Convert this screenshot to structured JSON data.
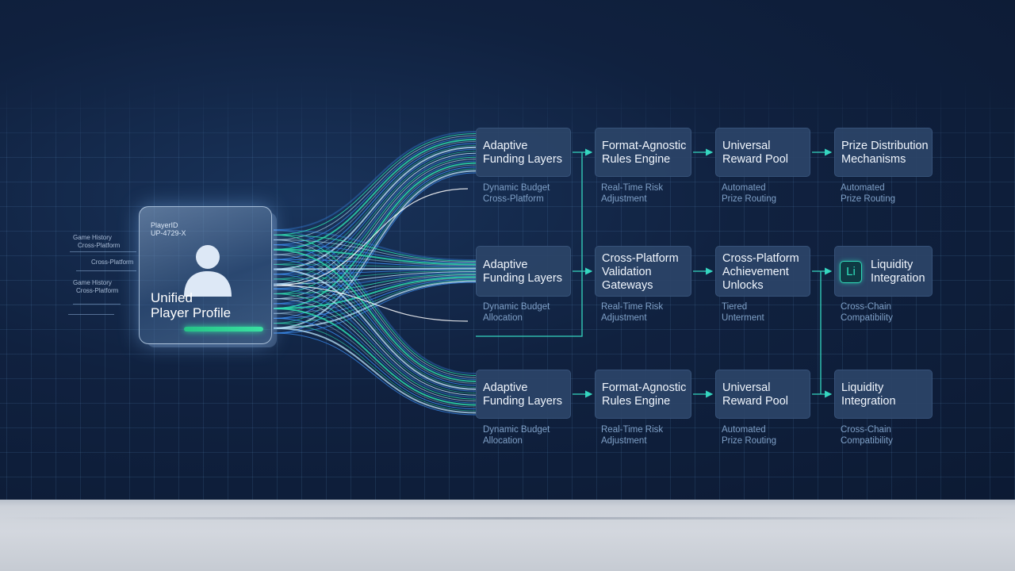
{
  "profile": {
    "id_label": "PlayerID",
    "id_value": "UP-4729-X",
    "title": "Unified\nPlayer Profile"
  },
  "side_labels": [
    "Game History",
    "Cross-Platform",
    "Cross-Platform",
    "Game History",
    "Cross-Platform"
  ],
  "rows": [
    {
      "nodes": [
        {
          "title": "Adaptive\nFunding Layers",
          "sub": "Dynamic Budget\nCross-Platform"
        },
        {
          "title": "Format-Agnostic\nRules Engine",
          "sub": "Real-Time Risk\nAdjustment"
        },
        {
          "title": "Universal\nReward Pool",
          "sub": "Automated\nPrize Routing"
        },
        {
          "title": "Prize Distribution\nMechanisms",
          "sub": "Automated\nPrize Routing"
        }
      ]
    },
    {
      "nodes": [
        {
          "title": "Adaptive\nFunding Layers",
          "sub": "Dynamic Budget\nAllocation"
        },
        {
          "title": "Cross-Platform\nValidation\nGateways",
          "sub": "Real-Time Risk\nAdjustment"
        },
        {
          "title": "Cross-Platform\nAchievement\nUnlocks",
          "sub": "Tiered\nUnterment"
        },
        {
          "title": "Liquidity\nIntegration",
          "sub": "Cross-Chain\nCompatibility",
          "icon": "Li"
        }
      ]
    },
    {
      "nodes": [
        {
          "title": "Adaptive\nFunding Layers",
          "sub": "Dynamic Budget\nAllocation"
        },
        {
          "title": "Format-Agnostic\nRules Engine",
          "sub": "Real-Time Risk\nAdjustment"
        },
        {
          "title": "Universal\nReward Pool",
          "sub": "Automated\nPrize Routing"
        },
        {
          "title": "Liquidity\nIntegration",
          "sub": "Cross-Chain\nCompatibility"
        }
      ]
    }
  ],
  "colors": {
    "background": "#10213f",
    "node": "#2b4468",
    "connector": "#35d6c0",
    "stream_teal": "#2fe0b0",
    "stream_blue": "#3a8cf0",
    "floor": "#cdd2da"
  }
}
